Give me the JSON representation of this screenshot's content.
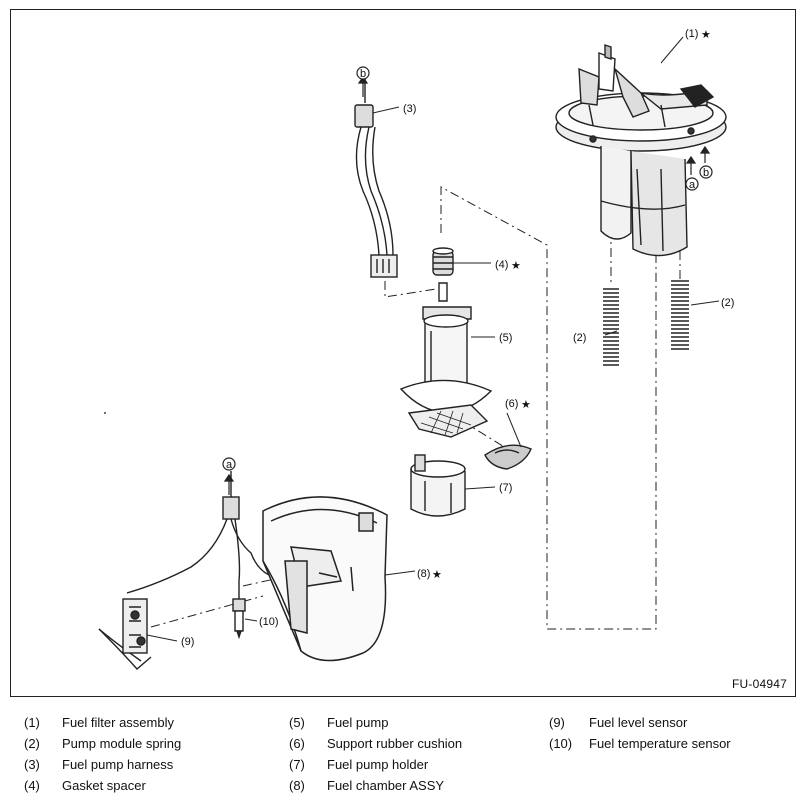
{
  "callouts": {
    "p1": "(1)",
    "p2a": "(2)",
    "p2b": "(2)",
    "p3": "(3)",
    "p4": "(4)",
    "p5": "(5)",
    "p6": "(6)",
    "p7": "(7)",
    "p8": "(8)",
    "p9": "(9)",
    "p10": "(10)",
    "a_top": "a",
    "a_bottom": "a",
    "b_top": "b",
    "b_bottom": "b",
    "star": "★"
  },
  "figure_code": "FU-04947",
  "legend": {
    "col1": [
      {
        "num": "(1)",
        "label": "Fuel filter assembly"
      },
      {
        "num": "(2)",
        "label": "Pump module spring"
      },
      {
        "num": "(3)",
        "label": "Fuel pump harness"
      },
      {
        "num": "(4)",
        "label": "Gasket spacer"
      }
    ],
    "col2": [
      {
        "num": "(5)",
        "label": "Fuel pump"
      },
      {
        "num": "(6)",
        "label": "Support rubber cushion"
      },
      {
        "num": "(7)",
        "label": "Fuel pump holder"
      },
      {
        "num": "(8)",
        "label": "Fuel chamber ASSY"
      }
    ],
    "col3": [
      {
        "num": "(9)",
        "label": "Fuel level sensor"
      },
      {
        "num": "(10)",
        "label": "Fuel temperature sensor"
      }
    ]
  }
}
